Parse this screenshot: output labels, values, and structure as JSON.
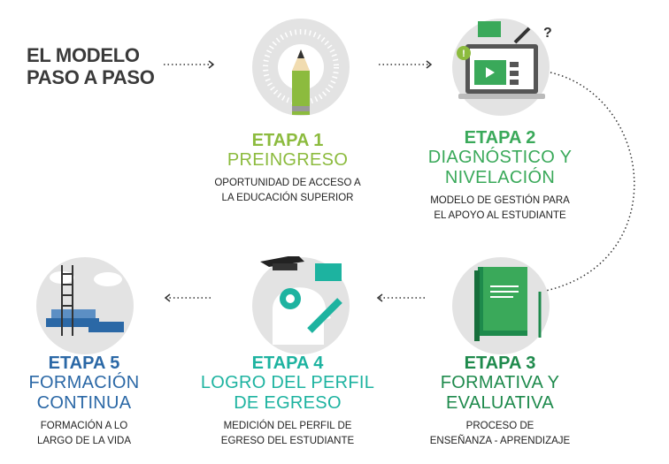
{
  "heading": {
    "line1": "EL MODELO",
    "line2": "PASO A PASO"
  },
  "colors": {
    "stage1": "#8cbb3e",
    "stage2": "#3aa95a",
    "stage3": "#1e8a4c",
    "stage4": "#1db3a0",
    "stage5": "#2b68a6",
    "circle": "#e3e3e3"
  },
  "stages": [
    {
      "etapa": "ETAPA 1",
      "name": [
        "PREINGRESO"
      ],
      "desc": [
        "OPORTUNIDAD DE ACCESO A",
        "LA EDUCACIÓN SUPERIOR"
      ],
      "icon": "pencil-compass-icon"
    },
    {
      "etapa": "ETAPA 2",
      "name": [
        "DIAGNÓSTICO Y",
        "NIVELACIÓN"
      ],
      "desc": [
        "MODELO DE GESTIÓN PARA",
        "EL APOYO AL ESTUDIANTE"
      ],
      "icon": "laptop-icon"
    },
    {
      "etapa": "ETAPA 3",
      "name": [
        "FORMATIVA Y",
        "EVALUATIVA"
      ],
      "desc": [
        "PROCESO DE",
        "ENSEÑANZA - APRENDIZAJE"
      ],
      "icon": "book-icon"
    },
    {
      "etapa": "ETAPA 4",
      "name": [
        "LOGRO DEL PERFIL",
        "DE EGRESO"
      ],
      "desc": [
        "MEDICIÓN DEL PERFIL DE",
        "EGRESO DEL ESTUDIANTE"
      ],
      "icon": "graduate-head-icon"
    },
    {
      "etapa": "ETAPA 5",
      "name": [
        "FORMACIÓN",
        "CONTINUA"
      ],
      "desc": [
        "FORMACIÓN A LO",
        "LARGO DE LA VIDA"
      ],
      "icon": "ladder-books-icon"
    }
  ]
}
